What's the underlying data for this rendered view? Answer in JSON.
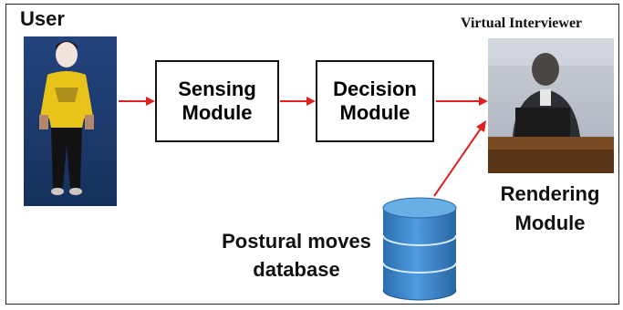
{
  "user_label": "User",
  "virtual_interviewer_label": "Virtual Interviewer",
  "sensing_module": {
    "line1": "Sensing",
    "line2": "Module"
  },
  "decision_module": {
    "line1": "Decision",
    "line2": "Module"
  },
  "rendering_module": {
    "line1": "Rendering",
    "line2": "Module"
  },
  "database": {
    "line1": "Postural moves",
    "line2": "database"
  },
  "colors": {
    "arrow": "#e02020",
    "box_border": "#111111",
    "db_fill": "#3d8fd0",
    "db_top": "#5aa8e0",
    "photo_bg": "#1e3f78",
    "shirt": "#e8c41a"
  }
}
